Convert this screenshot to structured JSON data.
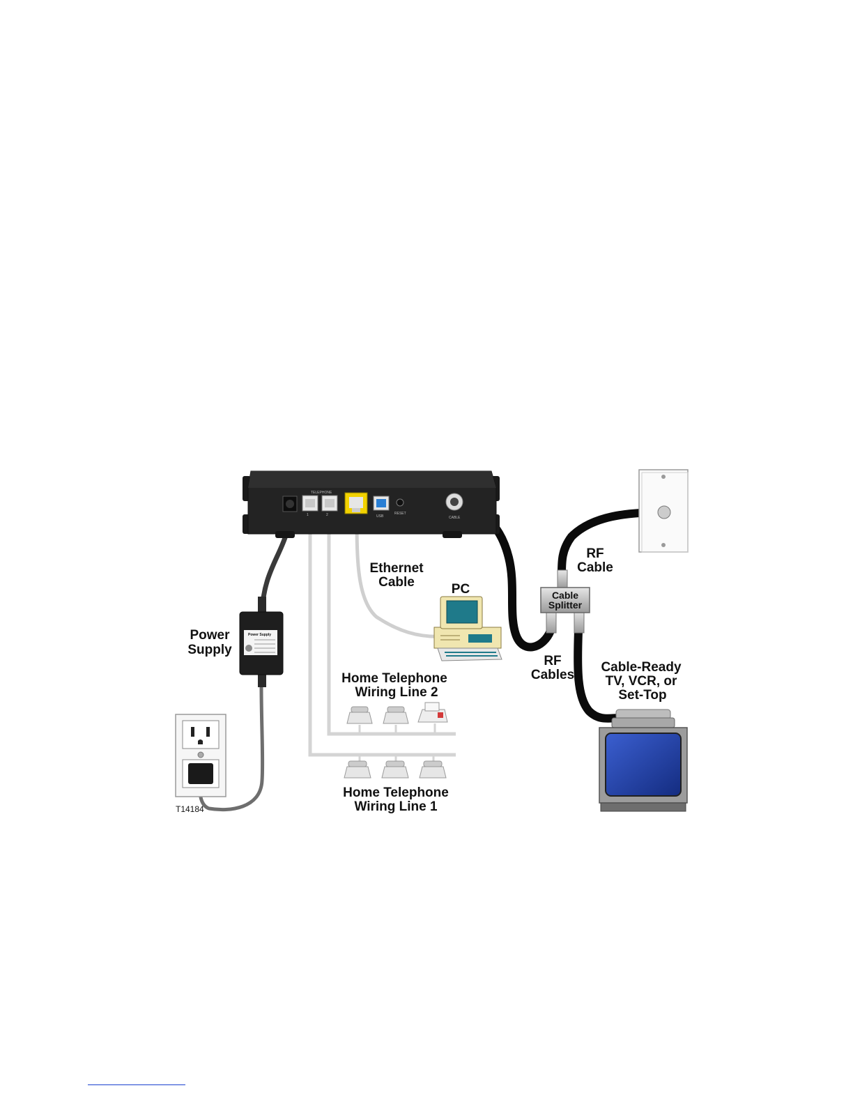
{
  "labels": {
    "ethernet_cable": [
      "Ethernet",
      "Cable"
    ],
    "pc": "PC",
    "rf_cable": [
      "RF",
      "Cable"
    ],
    "cable_splitter": [
      "Cable",
      "Splitter"
    ],
    "power_supply": [
      "Power",
      "Supply"
    ],
    "power_supply_plate": "Power Supply",
    "rf_cables": [
      "RF",
      "Cables"
    ],
    "cable_ready": [
      "Cable-Ready",
      "TV, VCR, or",
      "Set-Top"
    ],
    "telephone_line2": [
      "Home Telephone",
      "Wiring Line 2"
    ],
    "telephone_line1": [
      "Home Telephone",
      "Wiring Line 1"
    ],
    "figure_id": "T14184"
  },
  "colors": {
    "modem_body": "#232323",
    "coax_cable": "#0b0b0b",
    "phone_wire": "#d4d4d4",
    "ethernet_port": "#f2d200",
    "usb_port": "#2a7fd4",
    "tv_screen": "#1f3fa8",
    "pc_screen": "#1f7a8a",
    "pc_body": "#f0e6b0",
    "footer_rule": "#1a3fd0"
  }
}
